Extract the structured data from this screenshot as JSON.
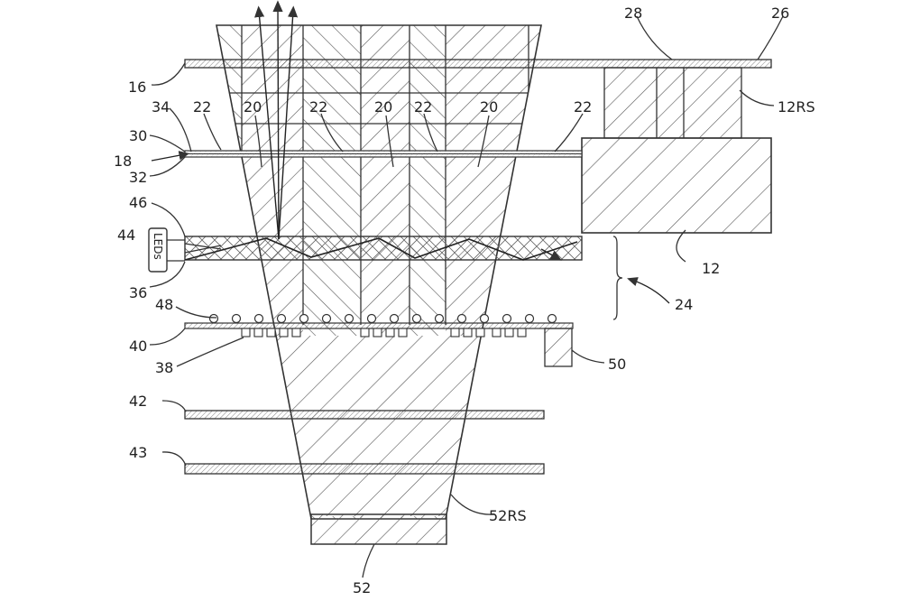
{
  "figure": {
    "labels": {
      "r28": "28",
      "r26": "26",
      "r16": "16",
      "r12rs": "12RS",
      "r34": "34",
      "r22a": "22",
      "r20a": "20",
      "r22b": "22",
      "r20b": "20",
      "r22c": "22",
      "r20c": "20",
      "r22d": "22",
      "r30": "30",
      "r18": "18",
      "r32": "32",
      "r46": "46",
      "r44": "44",
      "leds": "LEDs",
      "r36": "36",
      "r12": "12",
      "r24": "24",
      "r48": "48",
      "r40": "40",
      "r38": "38",
      "r50": "50",
      "r42": "42",
      "r43": "43",
      "r52rs": "52RS",
      "r52": "52"
    }
  }
}
